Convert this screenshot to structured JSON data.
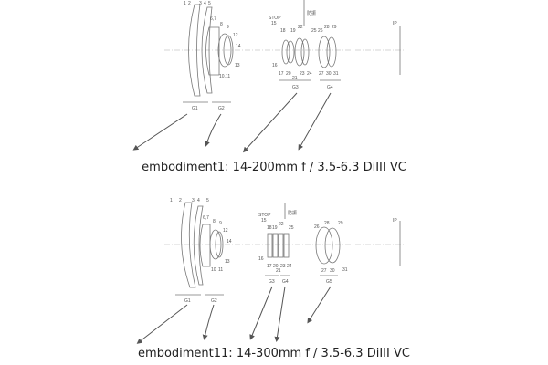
{
  "figures": [
    {
      "caption": "embodiment1: 14-200mm f / 3.5-6.3 DiIII VC",
      "labels": {
        "stop": "STOP",
        "stop_num": "15",
        "focus": "防振",
        "image_plane": "IP",
        "nums_top": [
          "1",
          "2",
          "3",
          "4",
          "5",
          "6,7",
          "8",
          "9",
          "12",
          "14",
          "13",
          "10,11",
          "18",
          "19",
          "22",
          "25",
          "26",
          "28",
          "29",
          "16",
          "17",
          "20",
          "21",
          "23",
          "24",
          "27",
          "30",
          "31"
        ]
      },
      "groups": [
        "G1",
        "G2",
        "G3",
        "G4"
      ]
    },
    {
      "caption": "embodiment11: 14-300mm f / 3.5-6.3 DiIII VC",
      "labels": {
        "stop": "STOP",
        "stop_num": "15",
        "focus": "防振",
        "image_plane": "IP",
        "nums_top": [
          "1",
          "2",
          "3",
          "4",
          "5",
          "6,7",
          "8",
          "9",
          "12",
          "14",
          "13",
          "10",
          "11",
          "18",
          "19",
          "22",
          "25",
          "26",
          "28",
          "29",
          "16",
          "17",
          "20",
          "21",
          "23",
          "24",
          "27",
          "30",
          "31"
        ]
      },
      "groups": [
        "G1",
        "G2",
        "G3",
        "G4",
        "G5"
      ]
    }
  ]
}
